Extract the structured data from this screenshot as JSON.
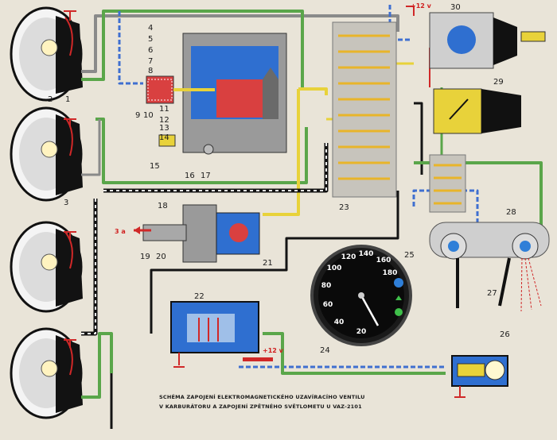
{
  "diagram": {
    "caption_line1": "SCHÉMA ZAPOJENÍ ELEKTROMAGNETICKÉHO UZAVÍRACÍHO VENTILU",
    "caption_line2": "V KARBURÁTORU A ZAPOJENÍ ZPĚTNÉHO SVĚTLOMETU U VAZ-2101",
    "supply_label_top": "+12 v",
    "supply_label_relay": "+12 v",
    "arrow_label": "3 a",
    "part_numbers": [
      "1",
      "2",
      "3",
      "4",
      "5",
      "6",
      "7",
      "8",
      "9",
      "10",
      "11",
      "12",
      "13",
      "14",
      "15",
      "16",
      "17",
      "18",
      "19",
      "20",
      "21",
      "22",
      "23",
      "24",
      "25",
      "26",
      "27",
      "28",
      "29",
      "30"
    ],
    "gauge_ticks": [
      "20",
      "40",
      "60",
      "80",
      "100",
      "120",
      "140",
      "160",
      "180"
    ],
    "colors": {
      "wire_green": "#5aa64a",
      "wire_yellow": "#e8d23a",
      "wire_blue": "#3f6fd0",
      "wire_red": "#d02828",
      "wire_grey": "#8a8a8a",
      "body_black": "#141414",
      "lamp_blue": "#2f7fd8",
      "background": "#e9e4d8"
    }
  }
}
